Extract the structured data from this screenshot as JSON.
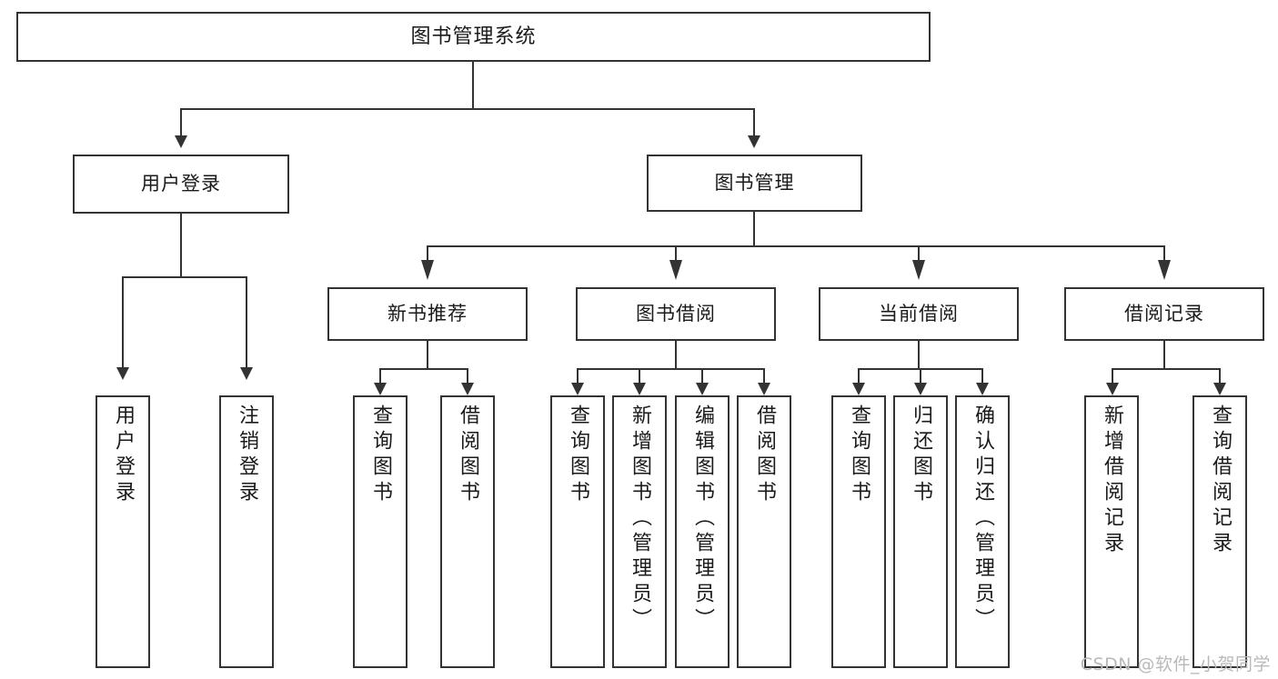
{
  "diagram": {
    "type": "tree",
    "title": "图书管理系统",
    "root": {
      "label": "图书管理系统"
    },
    "level1": [
      {
        "label": "用户登录"
      },
      {
        "label": "图书管理"
      }
    ],
    "level2": [
      {
        "label": "新书推荐"
      },
      {
        "label": "图书借阅"
      },
      {
        "label": "当前借阅"
      },
      {
        "label": "借阅记录"
      }
    ],
    "leaves": {
      "user_login": [
        {
          "label": "用户登录"
        },
        {
          "label": "注销登录"
        }
      ],
      "new_book_recommend": [
        {
          "label": "查询图书"
        },
        {
          "label": "借阅图书"
        }
      ],
      "book_borrow": [
        {
          "label": "查询图书"
        },
        {
          "label": "新增图书（管理员）"
        },
        {
          "label": "编辑图书（管理员）"
        },
        {
          "label": "借阅图书"
        }
      ],
      "current_borrow": [
        {
          "label": "查询图书"
        },
        {
          "label": "归还图书"
        },
        {
          "label": "确认归还（管理员）"
        }
      ],
      "borrow_record": [
        {
          "label": "新增借阅记录"
        },
        {
          "label": "查询借阅记录"
        }
      ]
    }
  },
  "watermark": {
    "text": "CSDN @软件_小贺同学"
  },
  "colors": {
    "stroke": "#333333",
    "background": "#ffffff",
    "text": "#1a1a1a",
    "watermark": "#b9b9b9"
  }
}
